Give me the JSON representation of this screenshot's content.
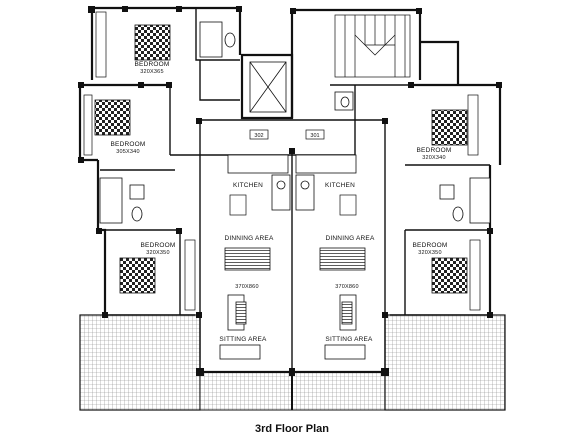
{
  "plan_title": "3rd Floor Plan",
  "units": {
    "left": "302",
    "right": "301"
  },
  "rooms": {
    "bedroom_top": {
      "name": "BEDROOM",
      "size": "320X365"
    },
    "bedroom_left_mid": {
      "name": "BEDROOM",
      "size": "305X340"
    },
    "bedroom_left_low": {
      "name": "BEDROOM",
      "size": "320X350"
    },
    "bedroom_right_mid": {
      "name": "BEDROOM",
      "size": "320X340"
    },
    "bedroom_right_low": {
      "name": "BEDROOM",
      "size": "320X350"
    },
    "kitchen_left": {
      "name": "KITCHEN"
    },
    "kitchen_right": {
      "name": "KITCHEN"
    },
    "dining_left": {
      "name": "DINNING AREA",
      "size": "370X860"
    },
    "dining_right": {
      "name": "DINNING AREA",
      "size": "370X860"
    },
    "sitting_left": {
      "name": "SITTING AREA"
    },
    "sitting_right": {
      "name": "SITTING AREA"
    }
  }
}
